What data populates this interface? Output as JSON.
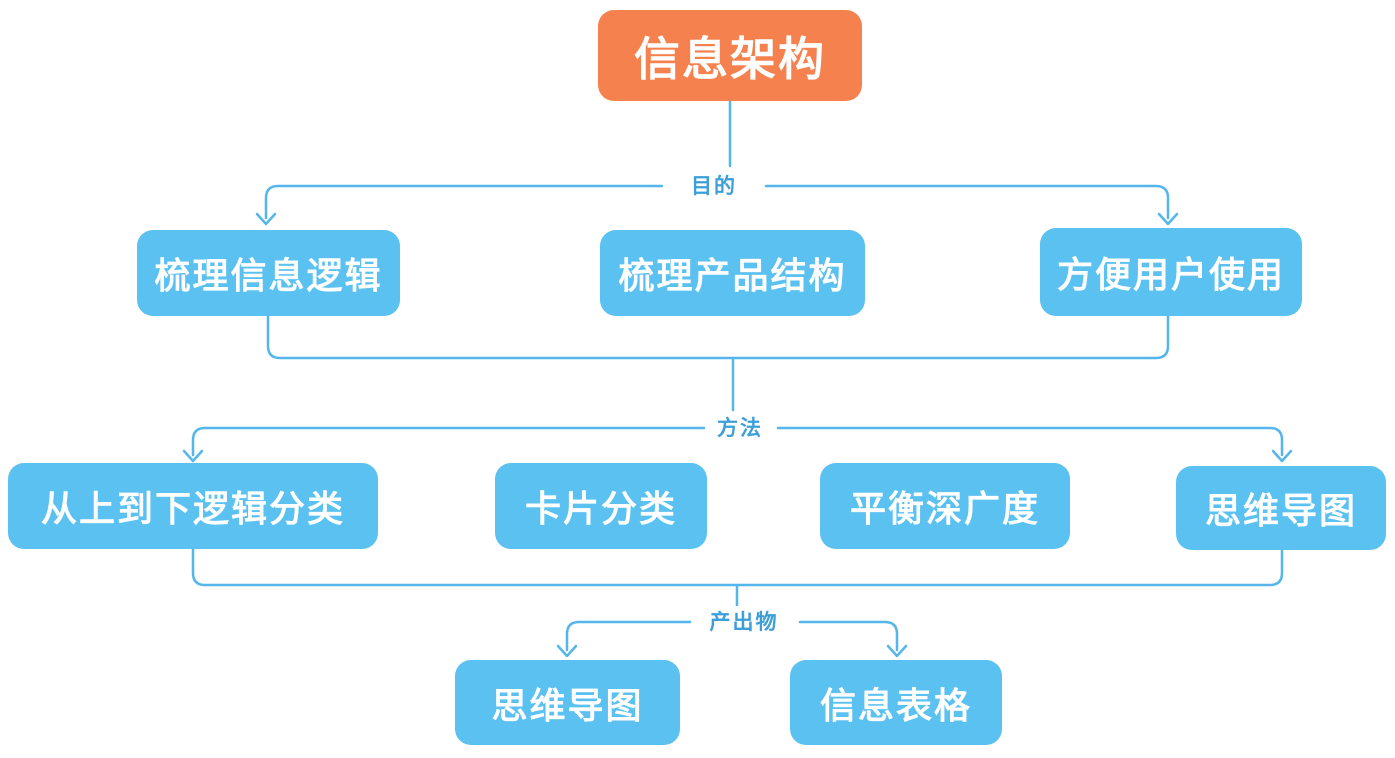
{
  "diagram": {
    "title": "信息架构",
    "root": {
      "label": "信息架构"
    },
    "levels": [
      {
        "connector_label": "目的",
        "nodes": [
          {
            "label": "梳理信息逻辑"
          },
          {
            "label": "梳理产品结构"
          },
          {
            "label": "方便用户使用"
          }
        ]
      },
      {
        "connector_label": "方法",
        "nodes": [
          {
            "label": "从上到下逻辑分类"
          },
          {
            "label": "卡片分类"
          },
          {
            "label": "平衡深广度"
          },
          {
            "label": "思维导图"
          }
        ]
      },
      {
        "connector_label": "产出物",
        "nodes": [
          {
            "label": "思维导图"
          },
          {
            "label": "信息表格"
          }
        ]
      }
    ],
    "colors": {
      "root_fill": "#F5824E",
      "node_fill": "#5BC1F0",
      "line": "#55B6EC",
      "connector_label_text": "#3D9FD8",
      "node_text": "#FFFFFF",
      "background": "#FFFFFF"
    }
  }
}
